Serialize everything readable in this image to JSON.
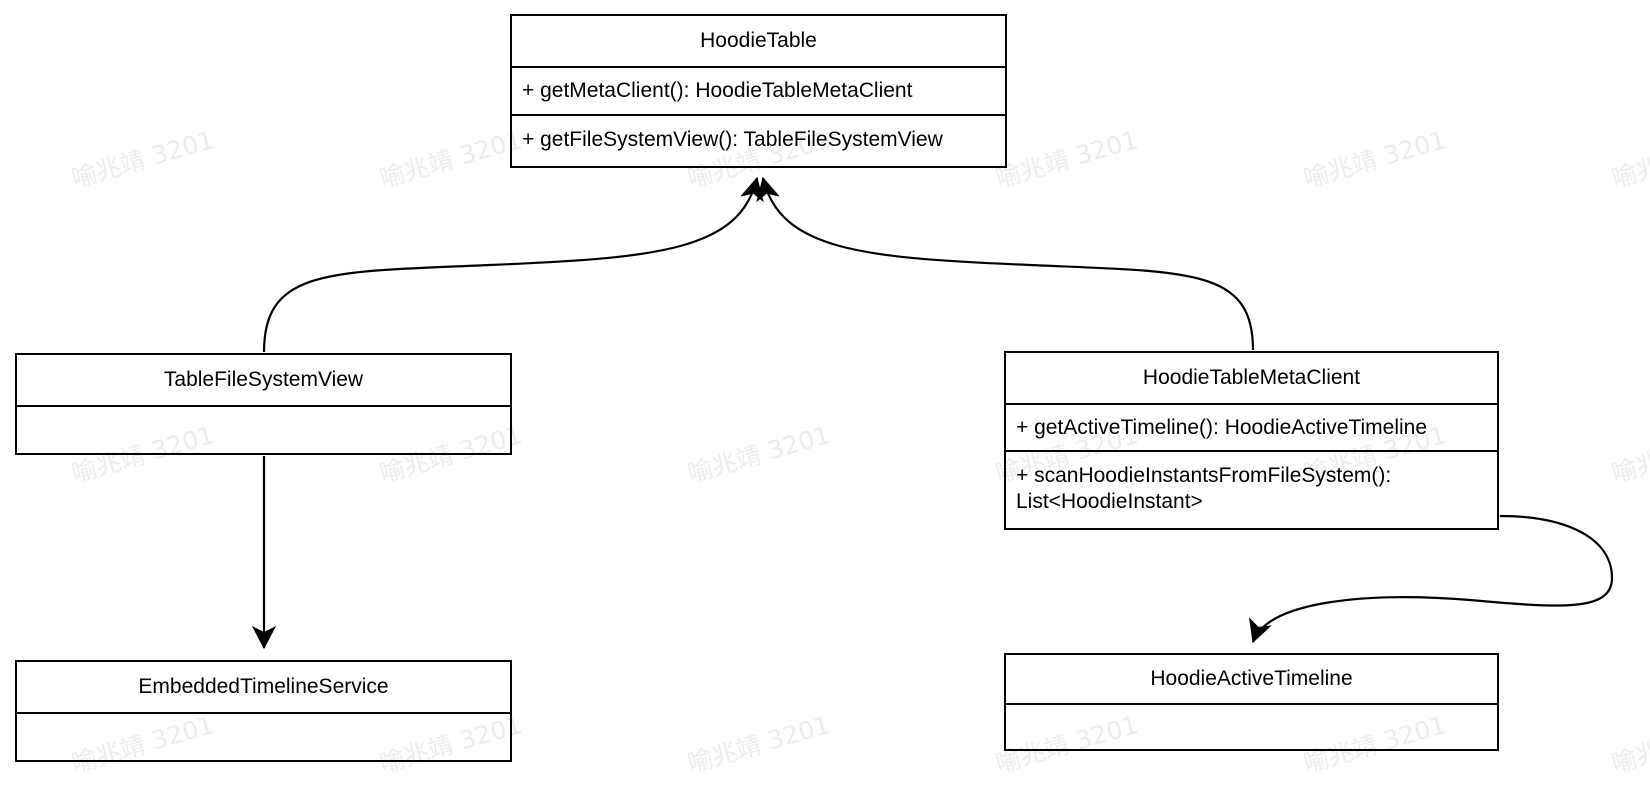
{
  "diagram": {
    "type": "uml-class-diagram",
    "background_color": "#ffffff",
    "line_color": "#000000",
    "text_color": "#000000",
    "watermark": {
      "text": "喻兆靖 3201",
      "color": "#eceeee",
      "rotation_deg": -16
    },
    "classes": [
      {
        "id": "hoodietable",
        "name": "HoodieTable",
        "members": [
          "+ getMetaClient(): HoodieTableMetaClient",
          "+ getFileSystemView(): TableFileSystemView"
        ]
      },
      {
        "id": "tablefilesystemview",
        "name": "TableFileSystemView",
        "members": [
          ""
        ]
      },
      {
        "id": "hoodietablemetaclient",
        "name": "HoodieTableMetaClient",
        "members": [
          "+ getActiveTimeline(): HoodieActiveTimeline",
          "+ scanHoodieInstantsFromFileSystem(): List<HoodieInstant>"
        ]
      },
      {
        "id": "embeddedtimelineservice",
        "name": "EmbeddedTimelineService",
        "members": [
          ""
        ]
      },
      {
        "id": "hoodieactivetimeline",
        "name": "HoodieActiveTimeline",
        "members": [
          ""
        ]
      }
    ],
    "edges": [
      {
        "id": "edge-tablefilesystemview-to-hoodietable",
        "from": "TableFileSystemView",
        "to": "HoodieTable",
        "arrow": "open-arrow-at-target"
      },
      {
        "id": "edge-hoodietablemetaclient-to-hoodietable",
        "from": "HoodieTableMetaClient",
        "to": "HoodieTable",
        "arrow": "open-arrow-at-target"
      },
      {
        "id": "edge-tablefilesystemview-to-embeddedtimelineservice",
        "from": "TableFileSystemView",
        "to": "EmbeddedTimelineService",
        "arrow": "open-arrow-at-target"
      },
      {
        "id": "edge-hoodietablemetaclient-to-hoodieactivetimeline",
        "from": "HoodieTableMetaClient",
        "to": "HoodieActiveTimeline",
        "arrow": "open-arrow-at-target"
      }
    ]
  },
  "members": {
    "hoodietable_m0": "+ getMetaClient(): HoodieTableMetaClient",
    "hoodietable_m1": "+ getFileSystemView(): TableFileSystemView",
    "metaclient_m0": "+ getActiveTimeline(): HoodieActiveTimeline",
    "metaclient_m1_line1": "+ scanHoodieInstantsFromFileSystem():",
    "metaclient_m1_line2": "List<HoodieInstant>"
  }
}
